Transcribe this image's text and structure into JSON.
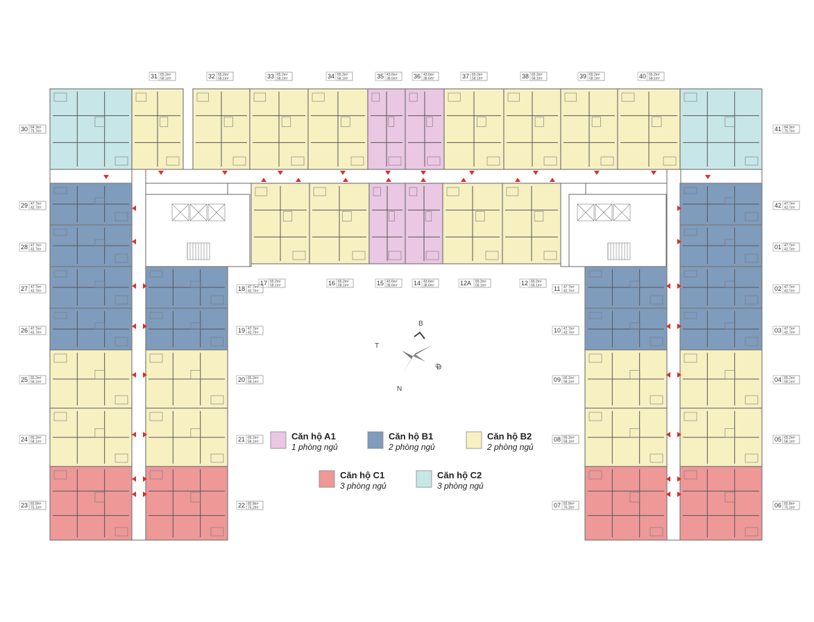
{
  "colors": {
    "A1": "#eac7e3",
    "B1": "#7f9cbd",
    "B2": "#f7f1c2",
    "C1": "#ee9898",
    "C2": "#c7e6e8",
    "core": "#ffffff",
    "arrow": "#d9302b"
  },
  "legend": [
    {
      "key": "A1",
      "title": "Căn hộ A1",
      "subtitle": "1 phòng ngủ"
    },
    {
      "key": "B1",
      "title": "Căn hộ B1",
      "subtitle": "2 phòng ngủ"
    },
    {
      "key": "B2",
      "title": "Căn hộ B2",
      "subtitle": "2 phòng ngủ"
    },
    {
      "key": "C1",
      "title": "Căn hộ C1",
      "subtitle": "3 phòng ngủ"
    },
    {
      "key": "C2",
      "title": "Căn hộ C2",
      "subtitle": "3 phòng ngủ"
    }
  ],
  "compass": {
    "north": "N",
    "south": "B",
    "east": "Đ",
    "west": "T"
  },
  "units": [
    {
      "num": "31",
      "type": "B2",
      "a1": "65.2m²",
      "a2": "58.1m²"
    },
    {
      "num": "32",
      "type": "B2",
      "a1": "65.2m²",
      "a2": "58.1m²"
    },
    {
      "num": "33",
      "type": "B2",
      "a1": "65.2m²",
      "a2": "58.1m²"
    },
    {
      "num": "34",
      "type": "B2",
      "a1": "65.2m²",
      "a2": "58.1m²"
    },
    {
      "num": "35",
      "type": "A1",
      "a1": "43.6m²",
      "a2": "38.6m²"
    },
    {
      "num": "36",
      "type": "A1",
      "a1": "43.6m²",
      "a2": "38.6m²"
    },
    {
      "num": "37",
      "type": "B2",
      "a1": "65.2m²",
      "a2": "58.1m²"
    },
    {
      "num": "38",
      "type": "B2",
      "a1": "65.2m²",
      "a2": "58.1m²"
    },
    {
      "num": "39",
      "type": "B2",
      "a1": "65.2m²",
      "a2": "58.1m²"
    },
    {
      "num": "40",
      "type": "B2",
      "a1": "65.2m²",
      "a2": "58.1m²"
    },
    {
      "num": "30",
      "type": "C2",
      "a1": "84.3m²",
      "a2": "75.7m²"
    },
    {
      "num": "41",
      "type": "C2",
      "a1": "84.3m²",
      "a2": "75.7m²"
    },
    {
      "num": "29",
      "type": "B1",
      "a1": "47.7m²",
      "a2": "42.7m²"
    },
    {
      "num": "28",
      "type": "B1",
      "a1": "47.7m²",
      "a2": "42.7m²"
    },
    {
      "num": "27",
      "type": "B1",
      "a1": "47.7m²",
      "a2": "42.7m²"
    },
    {
      "num": "26",
      "type": "B1",
      "a1": "47.7m²",
      "a2": "42.7m²"
    },
    {
      "num": "25",
      "type": "B2",
      "a1": "65.2m²",
      "a2": "58.1m²"
    },
    {
      "num": "24",
      "type": "B2",
      "a1": "65.2m²",
      "a2": "58.1m²"
    },
    {
      "num": "23",
      "type": "C1",
      "a1": "82.8m²",
      "a2": "75.1m²"
    },
    {
      "num": "18",
      "type": "B1",
      "a1": "47.7m²",
      "a2": "42.7m²"
    },
    {
      "num": "19",
      "type": "B1",
      "a1": "47.7m²",
      "a2": "42.7m²"
    },
    {
      "num": "20",
      "type": "B2",
      "a1": "65.2m²",
      "a2": "58.1m²"
    },
    {
      "num": "21",
      "type": "B2",
      "a1": "65.2m²",
      "a2": "58.1m²"
    },
    {
      "num": "22",
      "type": "C1",
      "a1": "82.8m²",
      "a2": "75.2m²"
    },
    {
      "num": "17",
      "type": "B2",
      "a1": "65.2m²",
      "a2": "58.1m²"
    },
    {
      "num": "16",
      "type": "B2",
      "a1": "65.2m²",
      "a2": "58.1m²"
    },
    {
      "num": "15",
      "type": "A1",
      "a1": "43.6m²",
      "a2": "38.6m²"
    },
    {
      "num": "14",
      "type": "A1",
      "a1": "43.6m²",
      "a2": "38.6m²"
    },
    {
      "num": "12A",
      "type": "B2",
      "a1": "65.2m²",
      "a2": "58.1m²"
    },
    {
      "num": "12",
      "type": "B2",
      "a1": "65.2m²",
      "a2": "58.1m²"
    },
    {
      "num": "11",
      "type": "B1",
      "a1": "47.7m²",
      "a2": "42.7m²"
    },
    {
      "num": "10",
      "type": "B1",
      "a1": "47.7m²",
      "a2": "42.7m²"
    },
    {
      "num": "09",
      "type": "B2",
      "a1": "65.2m²",
      "a2": "58.1m²"
    },
    {
      "num": "08",
      "type": "B2",
      "a1": "65.2m²",
      "a2": "58.1m²"
    },
    {
      "num": "07",
      "type": "C1",
      "a1": "82.8m²",
      "a2": "75.2m²"
    },
    {
      "num": "42",
      "type": "B1",
      "a1": "47.7m²",
      "a2": "42.7m²"
    },
    {
      "num": "01",
      "type": "B1",
      "a1": "47.7m²",
      "a2": "42.7m²"
    },
    {
      "num": "02",
      "type": "B1",
      "a1": "47.7m²",
      "a2": "42.7m²"
    },
    {
      "num": "03",
      "type": "B1",
      "a1": "47.7m²",
      "a2": "42.7m²"
    },
    {
      "num": "04",
      "type": "B2",
      "a1": "65.2m²",
      "a2": "58.1m²"
    },
    {
      "num": "05",
      "type": "B2",
      "a1": "65.2m²",
      "a2": "58.1m²"
    },
    {
      "num": "06",
      "type": "C1",
      "a1": "82.8m²",
      "a2": "75.1m²"
    }
  ]
}
